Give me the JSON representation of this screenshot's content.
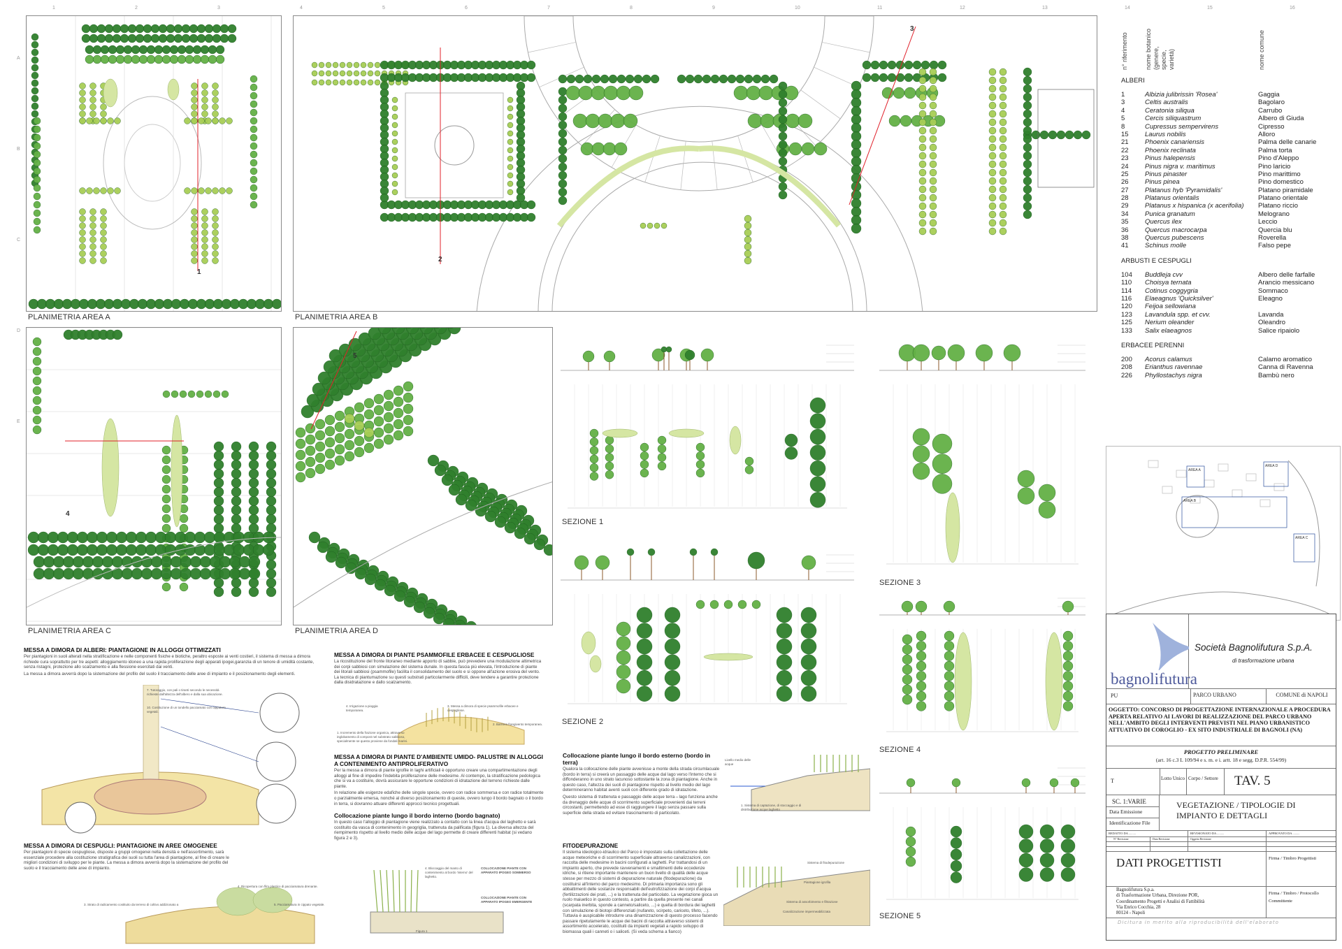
{
  "grid": {
    "columns": [
      "1",
      "2",
      "3",
      "4",
      "5",
      "6",
      "7",
      "8",
      "9",
      "10",
      "11",
      "12",
      "13",
      "14",
      "15",
      "16"
    ],
    "rows": [
      "A",
      "B",
      "C",
      "D",
      "E"
    ]
  },
  "plans": {
    "area_a": "PLANIMETRIA AREA A",
    "area_b": "PLANIMETRIA AREA B",
    "area_c": "PLANIMETRIA AREA C",
    "area_d": "PLANIMETRIA AREA D",
    "cut_markers": [
      "1",
      "2",
      "3",
      "4",
      "5"
    ]
  },
  "sections": [
    "SEZIONE 1",
    "SEZIONE 2",
    "SEZIONE 3",
    "SEZIONE 4",
    "SEZIONE 5"
  ],
  "colors": {
    "dark_green": "#2f7f2c",
    "mid_green": "#63b046",
    "light_green": "#a8cd55",
    "pale_green": "#d5e6a3",
    "cut_line": "#e0202a",
    "keymap_blue": "#2a4f9c",
    "logo_blue": "#9fb2dc"
  },
  "species_table": {
    "headers": [
      "n° riferimento",
      "nome botanico (genere, specie, varietà)",
      "nome comune"
    ],
    "groups": [
      {
        "title": "ALBERI",
        "items": [
          [
            "1",
            "Albizia julibrissin 'Rosea'",
            "Gaggia"
          ],
          [
            "3",
            "Celtis australis",
            "Bagolaro"
          ],
          [
            "4",
            "Ceratonia siliqua",
            "Carrubo"
          ],
          [
            "5",
            "Cercis siliquastrum",
            "Albero di Giuda"
          ],
          [
            "8",
            "Cupressus sempervirens",
            "Cipresso"
          ],
          [
            "15",
            "Laurus nobilis",
            "Alloro"
          ],
          [
            "21",
            "Phoenix canariensis",
            "Palma delle canarie"
          ],
          [
            "22",
            "Phoenix reclinata",
            "Palma torta"
          ],
          [
            "23",
            "Pinus halepensis",
            "Pino d'Aleppo"
          ],
          [
            "24",
            "Pinus nigra v. maritimus",
            "Pino laricio"
          ],
          [
            "25",
            "Pinus pinaster",
            "Pino marittimo"
          ],
          [
            "26",
            "Pinus pinea",
            "Pino domestico"
          ],
          [
            "27",
            "Platanus hyb 'Pyramidalis'",
            "Platano piramidale"
          ],
          [
            "28",
            "Platanus orientalis",
            "Platano orientale"
          ],
          [
            "29",
            "Platanus x hispanica (x acerifolia)",
            "Platano riccio"
          ],
          [
            "34",
            "Punica granatum",
            "Melograno"
          ],
          [
            "35",
            "Quercus ilex",
            "Leccio"
          ],
          [
            "36",
            "Quercus macrocarpa",
            "Quercia blu"
          ],
          [
            "38",
            "Quercus pubescens",
            "Roverella"
          ],
          [
            "41",
            "Schinus molle",
            "Falso pepe"
          ]
        ]
      },
      {
        "title": "ARBUSTI E CESPUGLI",
        "items": [
          [
            "104",
            "Buddleja cvv",
            "Albero delle farfalle"
          ],
          [
            "110",
            "Choisya ternata",
            "Arancio messicano"
          ],
          [
            "114",
            "Cotinus coggygria",
            "Sommaco"
          ],
          [
            "116",
            "Elaeagnus 'Quicksilver'",
            "Eleagno"
          ],
          [
            "120",
            "Feijoa sellowiana",
            ""
          ],
          [
            "123",
            "Lavandula spp. et cvv.",
            "Lavanda"
          ],
          [
            "125",
            "Nerium oleander",
            "Oleandro"
          ],
          [
            "133",
            "Salix elaeagnos",
            "Salice ripaiolo"
          ]
        ]
      },
      {
        "title": "ERBACEE PERENNI",
        "items": [
          [
            "200",
            "Acorus calamus",
            "Calamo aromatico"
          ],
          [
            "208",
            "Erianthus ravennae",
            "Canna di Ravenna"
          ],
          [
            "226",
            "Phyllostachys nigra",
            "Bambù nero"
          ]
        ]
      }
    ]
  },
  "keymap": {
    "areas": [
      "AREA A",
      "AREA B",
      "AREA C",
      "AREA D"
    ]
  },
  "title_block": {
    "logo_text": "bagnolifutura",
    "company": "Società Bagnolifutura S.p.A.",
    "company_sub": "di trasformazione urbana",
    "code": "PU",
    "park": "PARCO URBANO",
    "municipality": "COMUNE di NAPOLI",
    "subject": "OGGETTO: CONCORSO DI PROGETTAZIONE INTERNAZIONALE A PROCEDURA APERTA RELATIVO AI LAVORI DI REALIZZAZIONE DEL PARCO URBANO NELL'AMBITO DEGLI INTERVENTI PREVISTI NEL PIANO URBANISTICO ATTUATIVO DI COROGLIO - EX SITO INDUSTRIALE DI BAGNOLI (NA)",
    "phase": "PROGETTO PRELIMINARE",
    "phase_ref": "(art. 16 c.3 L 109/94 e s. m. e i. artt. 18 e segg. D.P.R. 554/99)",
    "type": "T",
    "lot": "Lotto Unico",
    "sector": "Corpo / Settore",
    "sheet": "TAV. 5",
    "scale": "SC. 1:VARIE",
    "date_label": "Data Emissione",
    "file_label": "Identificazione File",
    "drawing_title": "VEGETAZIONE / TIPOLOGIE DI IMPIANTO E DETTAGLI",
    "drafted": "REDATTO DA .........",
    "revised": "REVISIONATO DA .........",
    "approved": "APPROVATO DA .........",
    "rev_cols": [
      "N° Revisione",
      "Data Revisione",
      "Oggetto Revisione"
    ],
    "designers": "DATI PROGETTISTI",
    "designers_sign": "Firma / Timbro Progettisti",
    "client_lines": [
      "Bagnolifutura S.p.a.",
      "di Trasformazione Urbana, Direzione POR,",
      "Coordinamento Progetti e Analisi di Fattibilità",
      "Via Enrico Cocchia, 28",
      "80124 - Napoli"
    ],
    "client_sign": "Firma / Timbro / Protocollo Committente",
    "footer": "Dicitura in merito alla riproducibilità dell'elaborato"
  },
  "notes": {
    "trees": {
      "title": "MESSA A DIMORA DI ALBERI: PIANTAGIONE IN ALLOGGI OTTIMIZZATI",
      "p1": "Per piantagioni in suoli alterati nella stratificazione e nelle componenti fisiche e biotiche, peraltro esposte ai venti costieri, il sistema di messa a dimora richiede cura soprattutto per tre aspetti: alloggiamento idoneo a una rapida proliferazione degli apparati ipogei,garanzia di un tenore di umidità costante, senza ristagni, protezione allo scalzamento e alla flessione esercitati dai venti.",
      "p2": "La messa a dimora avverrà dopo la sistemazione del profilo del suolo il tracciamento delle aree di impianto e il posizionamento degli elementi.",
      "callouts": [
        "7. Tutoraggio, con pali o tiranti secondo le necessità richieste dall'altezza dell'albero e dalla sua ubicazione.",
        "10. Costituzione di un tondello pacciamato con cippature vegetali."
      ]
    },
    "shrubs": {
      "title": "MESSA A DIMORA DI CESPUGLI: PIANTAGIONE IN AREE OMOGENEE",
      "p1": "Per piantagioni di specie cespugliose, disposte a gruppi omogenei nella densità e nell'assortimento, sarà essenziale procedere alla costituzione stratigrafica dei suoli su tutta l'area di piantagione, al fine di creare le migliori condizioni di sviluppo per le piante.   La messa a dimora avverrà dopo la sistemazione del profilo del suolo e il tracciamento delle aree di impianto.",
      "callouts": [
        "4. Ricopertura con film plastico di pacciamatura drenante.",
        "5. Pacciamatura in cippato vegetale.",
        "3. Strato di radicamento costituito da terreno di coltivo addizionato a"
      ]
    },
    "psammo": {
      "title": "MESSA A DIMORA DI PIANTE PSAMMOFILE ERBACEE E CESPUGLIOSE",
      "p1": "La ricostituzione del fronte litoraneo mediante apporto di sabbie, può prevedere una modulazione altimetrica dei corpi sabbiosi con simulazione del sistema dunale.   In questa fascia più elevata, l'introduzione di piante dei litorali sabbiosi (psammofile) facilita il consolidamento del suolo e si oppone all'azione erosiva del vento.   La tecnica di piantumazione su questi substrati particolarmente difficili, deve tendere a garantire protezione dalla disidratazione e dallo scalzamento.",
      "callouts": [
        "4. Irrigazione a pioggia temporanea.",
        "3. Messa a dimora di specie psammofile erbacee e cespugliose.",
        "2. Barriera frangivento temporanea.",
        "1. Incremento della frazione organica, attraverso inglobamento di compost nel substrato sabbioso, specialmente se questo proviene da fondali marini."
      ]
    },
    "wet": {
      "title": "MESSA A DIMORA DI PIANTE D'AMBIENTE UMIDO- PALUSTRE IN ALLOGGI A CONTENIMENTO ANTIPROLIFERATIVO",
      "p1": "Per la messa a dimora di piante igrofile in laghi artificiali è opportuno creare una compartimentazione degli alloggi al fine di impedire l'indebita proliferazione delle medesime.   Al contempo, la stratificazione pedologica che si va a costituire, dovrà assicurare le opportune condizioni di idratazione del terreno richieste dalle piante.",
      "p2": "In relazione alle esigenze edafiche delle singole specie, ovvero con radice sommersa e con radice totalmente o parzialmente emersa, nonché al diverso posizionamento di queste, ovvero lungo il bordo bagnato o il bordo in terra, si dovranno attuare differenti approcci tecnico progettuali.",
      "sub": "Collocazione piante lungo il bordo interno (bordo bagnato)",
      "p3": "In questo caso l'alloggio di piantagione viene realizzato a contatto con la linea d'acqua del laghetto e sarà costituito da vasca di contenimento in geogriglia, trattenuta da palificata (figura 1).   La diversa altezza del riempimento rispetto al livello medio delle acque del lago permette di creare differenti habitat (si vedano figura 2 e 3).",
      "callouts": [
        "4. Bloccaggio del manto di contenimento al bordo 'interno' del laghetto.",
        "COLLOCAZIONE PIANTE CON APPARATO IPOGEO SOMMERSO",
        "COLLOCAZIONE PIANTE CON APPARATO IPOGEO EMERGENTE",
        "Figura 1"
      ]
    },
    "outer": {
      "sub": "Collocazione piante lungo il bordo esterno (bordo in terra)",
      "p1": "Qualora la collocazione delle piante avvenisse a monte della strada circumlacuale (bordo in terra) si creerà un passaggio delle acque dal lago verso l'interno che si diffonderanno in uno strato lacunoso sottostante la zona di piantagione.  Anche in questo caso, l'altezza dei suoli di piantagione rispetto al livello medio del lago determineranno habitat aventi suoli con differente grado di idratazione.",
      "p2": "Questo sistema di trattenuta e passaggio delle acque terra↔lago funziona anche da drenaggio delle acque di scorrimento superficiale provenienti dai terreni circostanti, permettendo ad esse di raggiungere il lago senza passare sulla superficie della strada ed evitare trascinamento di particolato.",
      "callouts": [
        "Livello medio delle acque",
        "1. Sistema di captazione, di stoccaggio e di distribuzione acque laghetto"
      ]
    },
    "phyto": {
      "title": "FITODEPURAZIONE",
      "p1": "Il sistema ideologico-idraulico del Parco è impostato sulla collettazione delle acque meteoriche e di scorrimento superficiale attraverso canalizzazioni, con raccolta delle medesime in bacini configurati a laghetti.  Pur trattandosi di un impianto aperto, che prevede ravvenamenti e smaltimenti delle eccedenze idriche, si ritiene importante mantenere un buon livello di qualità delle acque stesse per mezzo di sistemi di depurazione naturale (fitodepurazione) da costituirsi all'interno del parco medesimo.  Di primaria importanza sono gli abbattimenti delle sostanze responsabili dell'eutrofizzazione dei corpi d'acqua (fertilizzazioni dei prati, ...) e la trattenuta del particolato.  La vegetazione gioca un ruolo maiuetico in questo contesto, a partire da quella presente nei canali (scarpata inerbita, sponde a canneto/saliceto, ...) e quella di bordura dei laghetti con simulazione di biotopi differenziati (nufareto, scirpeto, cariceto, tifeto, ...).  Tuttavia è auspicabile introdurre una dinamizzazione di questo processo facendo passare ripetutamente le acque dei bacini di raccolta attraverso sistemi di assortimento accelerato, costituiti da impianti vegetali a rapido sviluppo di biomassa quali i canneti o i saliceti. (Si veda schema a fianco)",
      "callouts": [
        "Sistema di fitodepurazione",
        "Piantagione igrofila",
        "Sistema di assorbimento e filtrazione",
        "Canalizzazione impermeabilizzata"
      ]
    }
  }
}
